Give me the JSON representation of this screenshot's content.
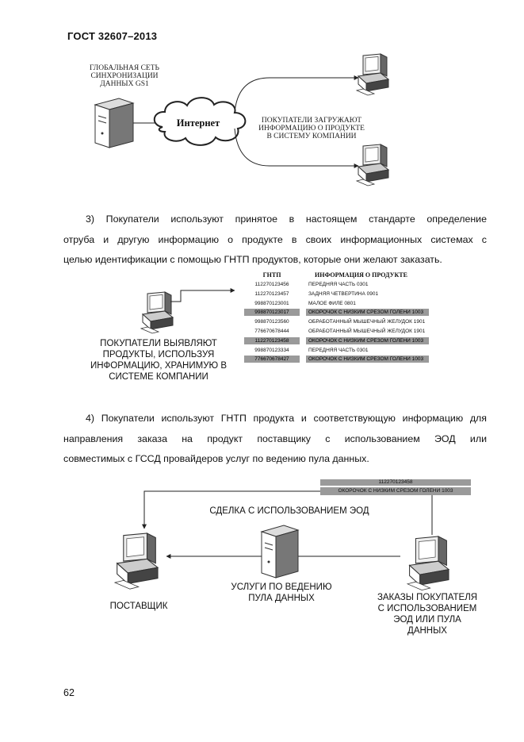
{
  "header": {
    "standard": "ГОСТ 32607–2013"
  },
  "figure1": {
    "gs1_caption": [
      "ГЛОБАЛЬНАЯ СЕТЬ",
      "СИНХРОНИЗАЦИИ",
      "ДАННЫХ GS1"
    ],
    "cloud_label": "Интернет",
    "buyers_caption": [
      "ПОКУПАТЕЛИ ЗАГРУЖАЮТ",
      "ИНФОРМАЦИЮ О ПРОДУКТЕ",
      "В СИСТЕМУ КОМПАНИИ"
    ]
  },
  "paragraph3": [
    "3) Покупатели используют принятое в настоящем стандарте определение",
    "отруба и другую информацию о продукте в своих информационных системах с",
    "целью идентификации с помощью ГНТП продуктов, которые они желают заказать."
  ],
  "figure2": {
    "col_gtin": "ГНТП",
    "col_info": "ИНФОРМАЦИЯ О ПРОДУКТЕ",
    "rows": [
      {
        "gtin": "112270123456",
        "info": "ПЕРЕДНЯЯ ЧАСТЬ 0301",
        "shaded": false
      },
      {
        "gtin": "112270123457",
        "info": "ЗАДНЯЯ ЧЕТВЕРТИНА 0901",
        "shaded": false
      },
      {
        "gtin": "998870123001",
        "info": "МАЛОЕ ФИЛЕ 0801",
        "shaded": false
      },
      {
        "gtin": "998870123017",
        "info": "ОКОРОЧОК С НИЗКИМ СРЕЗОМ ГОЛЕНИ 1003",
        "shaded": true
      },
      {
        "gtin": "998870123560",
        "info": "ОБРАБОТАННЫЙ МЫШЕЧНЫЙ ЖЕЛУДОК 1901",
        "shaded": false
      },
      {
        "gtin": "776670678444",
        "info": "ОБРАБОТАННЫЙ МЫШЕЧНЫЙ ЖЕЛУДОК 1901",
        "shaded": false
      },
      {
        "gtin": "112270123458",
        "info": "ОКОРОЧОК С НИЗКИМ СРЕЗОМ ГОЛЕНИ 1003",
        "shaded": true
      },
      {
        "gtin": "998870123334",
        "info": "ПЕРЕДНЯЯ ЧАСТЬ 0301",
        "shaded": false
      },
      {
        "gtin": "776670678427",
        "info": "ОКОРОЧОК С НИЗКИМ СРЕЗОМ ГОЛЕНИ 1003",
        "shaded": true
      }
    ],
    "caption": [
      "ПОКУПАТЕЛИ ВЫЯВЛЯЮТ",
      "ПРОДУКТЫ, ИСПОЛЬЗУЯ",
      "ИНФОРМАЦИЮ, ХРАНИМУЮ В",
      "СИСТЕМЕ КОМПАНИИ"
    ]
  },
  "paragraph4": [
    "4) Покупатели используют ГНТП продукта и соответствующую информацию для",
    "направления заказа на продукт поставщику с использованием ЭОД или",
    "совместимых с ГССД провайдеров услуг по ведению пула данных."
  ],
  "figure3": {
    "order_gtin": "112270123458",
    "order_info": "ОКОРОЧОК С НИЗКИМ СРЕЗОМ ГОЛЕНИ 1003",
    "deal_label": "СДЕЛКА С ИСПОЛЬЗОВАНИЕМ ЭОД",
    "pool_caption": [
      "УСЛУГИ ПО ВЕДЕНИЮ",
      "ПУЛА ДАННЫХ"
    ],
    "supplier_caption": "ПОСТАВЩИК",
    "buyer_caption": [
      "ЗАКАЗЫ ПОКУПАТЕЛЯ",
      "С ИСПОЛЬЗОВАНИЕМ",
      "ЭОД ИЛИ ПУЛА",
      "ДАННЫХ"
    ]
  },
  "footer": {
    "page_number": "62"
  }
}
